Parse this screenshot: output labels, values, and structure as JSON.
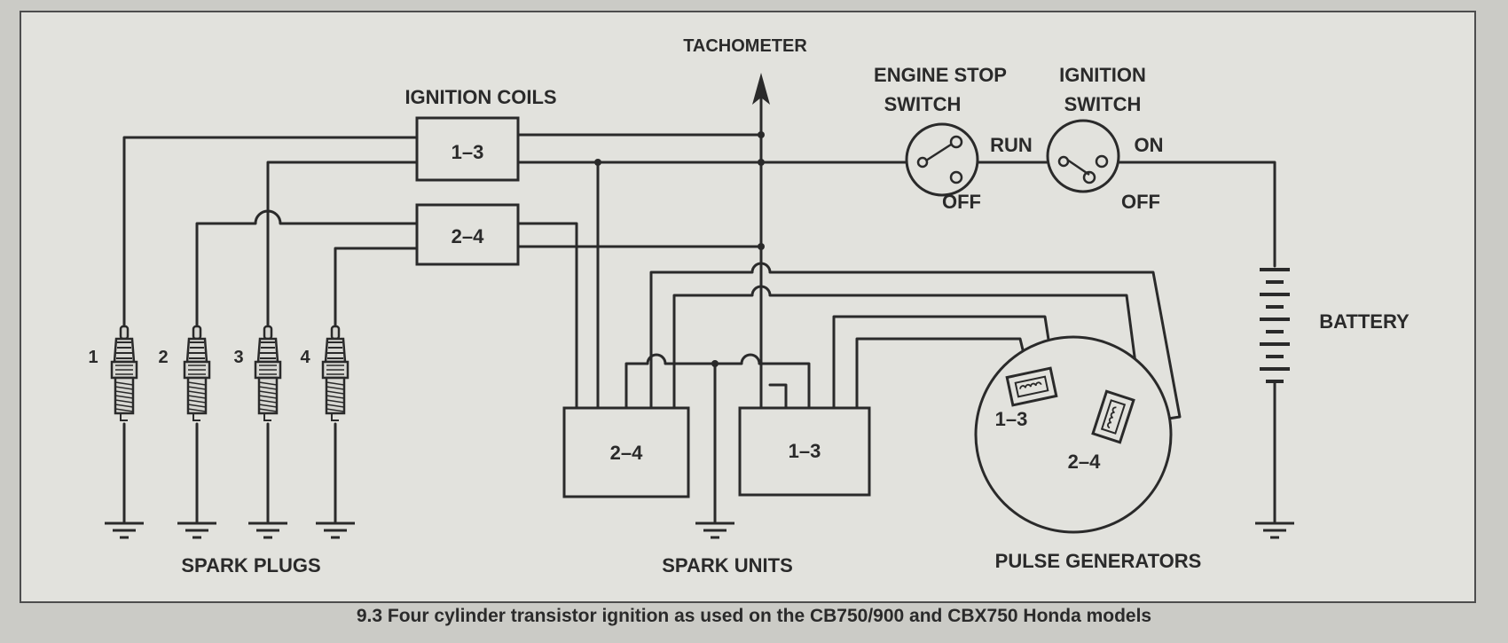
{
  "labels": {
    "tachometer": "TACHOMETER",
    "engine_stop_switch_line1": "ENGINE STOP",
    "engine_stop_switch_line2": "SWITCH",
    "ignition_switch_line1": "IGNITION",
    "ignition_switch_line2": "SWITCH",
    "ignition_coils": "IGNITION COILS",
    "run": "RUN",
    "on": "ON",
    "off_stop": "OFF",
    "off_ignition": "OFF",
    "battery": "BATTERY",
    "spark_plugs": "SPARK PLUGS",
    "spark_units": "SPARK UNITS",
    "pulse_generators": "PULSE GENERATORS"
  },
  "coils": {
    "coil_13": "1–3",
    "coil_24": "2–4"
  },
  "spark_units": {
    "unit_24": "2–4",
    "unit_13": "1–3"
  },
  "pulse_generators": {
    "pg_13": "1–3",
    "pg_24": "2–4"
  },
  "plugs": {
    "p1": "1",
    "p2": "2",
    "p3": "3",
    "p4": "4"
  },
  "caption": "9.3 Four cylinder transistor ignition as used on the CB750/900 and CBX750 Honda models"
}
